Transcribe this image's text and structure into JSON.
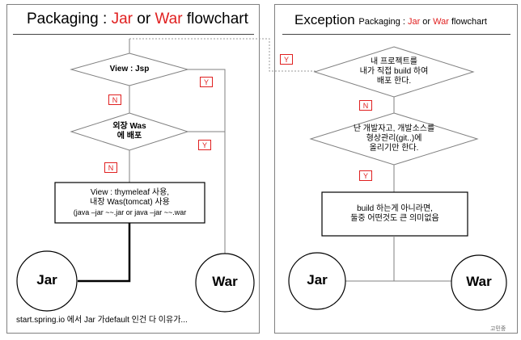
{
  "left": {
    "title_prefix": "Packaging : ",
    "title_jar": "Jar",
    "title_or": " or ",
    "title_war": "War",
    "title_suffix": "  flowchart",
    "decision1": "View : Jsp",
    "decision2_line1": "외장 Was",
    "decision2_line2": "에 배포",
    "box_line1": "View : thymeleaf  사용,",
    "box_line2": "내장 Was(tomcat) 사용",
    "box_line3": "(java –jar ~~.jar or java –jar ~~.war",
    "n1": "N",
    "n2": "N",
    "y1": "Y",
    "y2": "Y",
    "jar": "Jar",
    "war": "War",
    "footer": "start.spring.io 에서 Jar 가default 인건 다 이유가..."
  },
  "right": {
    "title_main": "Exception",
    "title_sub_prefix": "Packaging : ",
    "title_sub_jar": "Jar",
    "title_sub_or": " or ",
    "title_sub_war": "War",
    "title_sub_suffix": "  flowchart",
    "decision1_line1": "내 프로젝트를",
    "decision1_line2": "내가 직접 build 하여",
    "decision1_line3": "배포 한다.",
    "decision2_line1": "난 개발자고, 개발소스를",
    "decision2_line2": "형상관리(git..)에",
    "decision2_line3": "올리기만 한다.",
    "box_line1": "build 하는게 아니라면,",
    "box_line2": "둘중 어떤것도 큰 의미없음",
    "n1": "N",
    "y1": "Y",
    "y_link": "Y",
    "jar": "Jar",
    "war": "War",
    "corner_mark": "고민중"
  }
}
